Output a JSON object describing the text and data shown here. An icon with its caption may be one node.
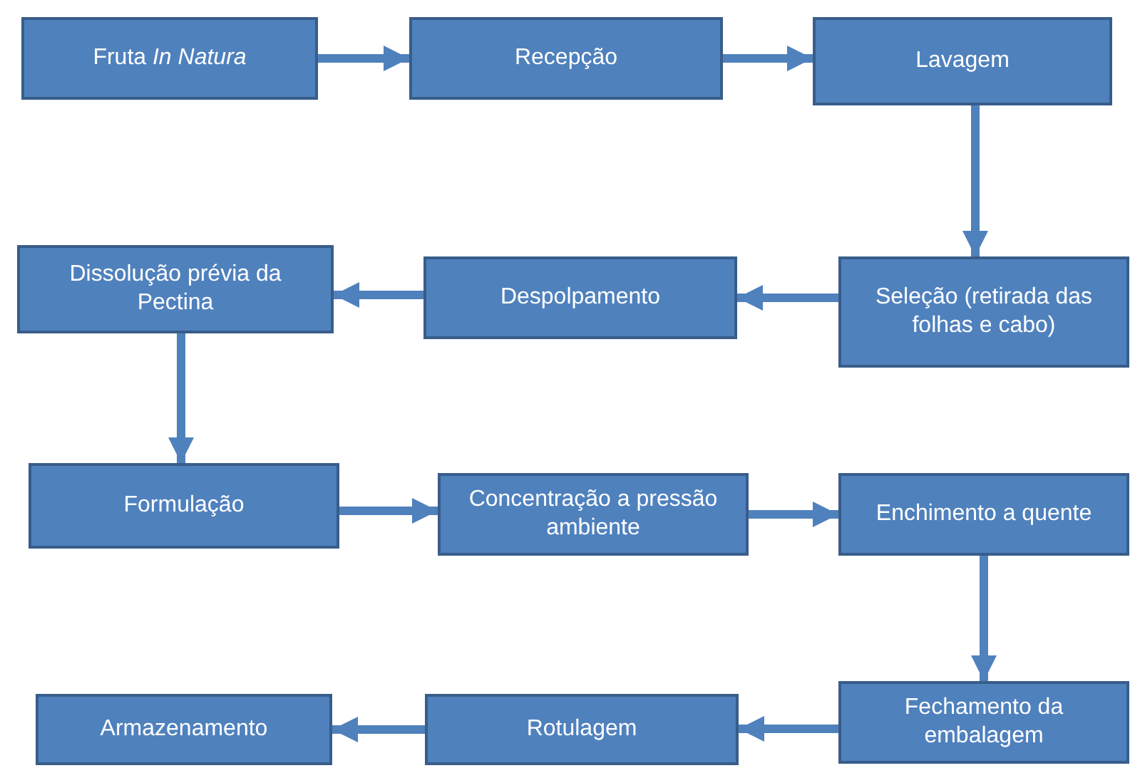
{
  "diagram": {
    "nodes": [
      {
        "text": [
          "Fruta *In Natura*"
        ]
      },
      {
        "text": [
          "Recepção"
        ]
      },
      {
        "text": [
          "Lavagem"
        ]
      },
      {
        "text": [
          "Seleção (retirada das folhas e cabo)"
        ]
      },
      {
        "text": [
          "Despolpamento"
        ]
      },
      {
        "text": [
          "Dissolução prévia da Pectina"
        ]
      },
      {
        "text": [
          "Formulação"
        ]
      },
      {
        "text": [
          "Concentração a pressão ambiente"
        ]
      },
      {
        "text": [
          "Enchimento a quente"
        ]
      },
      {
        "text": [
          "Fechamento da embalagem"
        ]
      },
      {
        "text": [
          "Rotulagem"
        ]
      },
      {
        "text": [
          "Armazenamento"
        ]
      }
    ],
    "edges": [
      {
        "from": 0,
        "to": 1,
        "arrow": "to"
      },
      {
        "from": 1,
        "to": 2,
        "arrow": "to"
      },
      {
        "from": 2,
        "to": 3,
        "arrow": "to"
      },
      {
        "from": 3,
        "to": 4,
        "arrow": "to"
      },
      {
        "from": 4,
        "to": 5,
        "arrow": "to"
      },
      {
        "from": 5,
        "to": 6,
        "arrow": "to"
      },
      {
        "from": 6,
        "to": 7,
        "arrow": "to"
      },
      {
        "from": 7,
        "to": 8,
        "arrow": "to"
      },
      {
        "from": 8,
        "to": 9,
        "arrow": "to"
      },
      {
        "from": 9,
        "to": 10,
        "arrow": "to"
      },
      {
        "from": 10,
        "to": 11,
        "arrow": "to"
      }
    ]
  }
}
